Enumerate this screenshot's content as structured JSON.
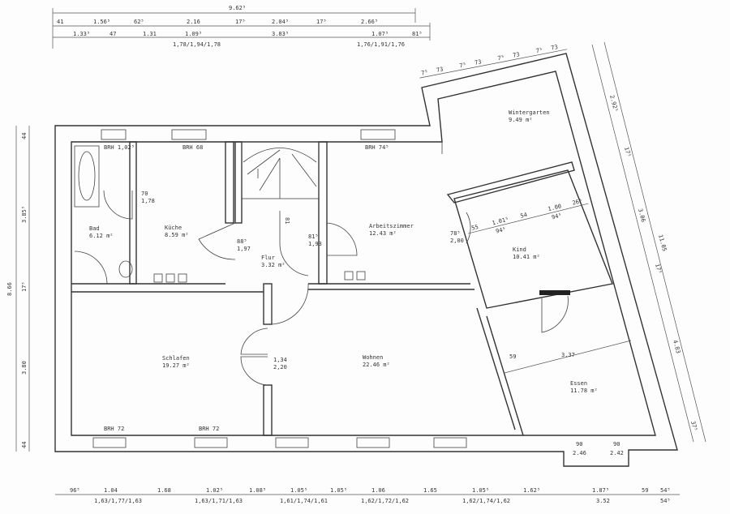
{
  "title_dims": {
    "overall": "9.62⁵",
    "row2": [
      "41",
      "1.56⁵",
      "62⁵",
      "2.16",
      "17⁵",
      "2.04⁵",
      "17⁵",
      "2.66⁵"
    ],
    "row3": [
      "1.33⁵",
      "47",
      "1.31",
      "1.09⁵",
      "3.83⁵",
      "1.07⁵",
      "81⁵"
    ],
    "row4": [
      "1,78/1,94/1,78",
      "1,76/1,91/1,76"
    ],
    "wintergarten_top": [
      "7⁵",
      "73",
      "7⁵",
      "73",
      "7⁵",
      "73",
      "7⁵",
      "73"
    ]
  },
  "bottom_dims": {
    "row1": [
      "96⁵",
      "1.04",
      "1.68",
      "1.02⁵",
      "1.08⁵",
      "1.05⁵",
      "1.05⁵",
      "1.06",
      "1.65",
      "1.05⁵",
      "1.62⁵",
      "1.87⁵",
      "59",
      "54⁵"
    ],
    "row2": [
      "1,63/1,77/1,63",
      "1,63/1,71/1,63",
      "1,61/1,74/1,61",
      "1,62/1,72/1,62",
      "1,62/1,74/1,62",
      "3.52",
      "54⁵"
    ]
  },
  "left_dims": {
    "overall": "8.66",
    "parts": [
      "44",
      "3.85⁵",
      "17⁵",
      "3.80",
      "44"
    ]
  },
  "right_dims": {
    "overall": "11.05",
    "parts": [
      "2.92⁵",
      "17⁵",
      "3.06",
      "17⁵",
      "4.83",
      "37⁵"
    ]
  },
  "rooms": [
    {
      "name": "Bad",
      "area": "6.12 m²"
    },
    {
      "name": "Küche",
      "area": "8.59 m²"
    },
    {
      "name": "Flur",
      "area": "3.32 m²"
    },
    {
      "name": "Arbeitszimmer",
      "area": "12.43 m²"
    },
    {
      "name": "Wintergarten",
      "area": "9.49 m²"
    },
    {
      "name": "Kind",
      "area": "10.41 m²"
    },
    {
      "name": "Schlafen",
      "area": "19.27 m²"
    },
    {
      "name": "Wohnen",
      "area": "22.46 m²"
    },
    {
      "name": "Essen",
      "area": "11.78 m²"
    }
  ],
  "windows": [
    "BRH 1,02⁵",
    "BRH 68",
    "BRH 74⁵",
    "BRH 72",
    "BRH 72"
  ],
  "doors": [
    {
      "w": "70",
      "h": "1,78"
    },
    {
      "w": "88⁵",
      "h": "1,97"
    },
    {
      "w": "81⁵",
      "h": "1,93"
    },
    {
      "w": "78⁵",
      "h": "2,00"
    },
    {
      "w": "1,34",
      "h": "2,20"
    }
  ],
  "kind_dims": [
    "55",
    "1.01⁵",
    "94⁵",
    "54",
    "1.00",
    "94⁵",
    "26⁵"
  ],
  "essen_dims": [
    "59",
    "3.37",
    "90",
    "2.46",
    "90",
    "2.42"
  ],
  "stair_label": "81"
}
